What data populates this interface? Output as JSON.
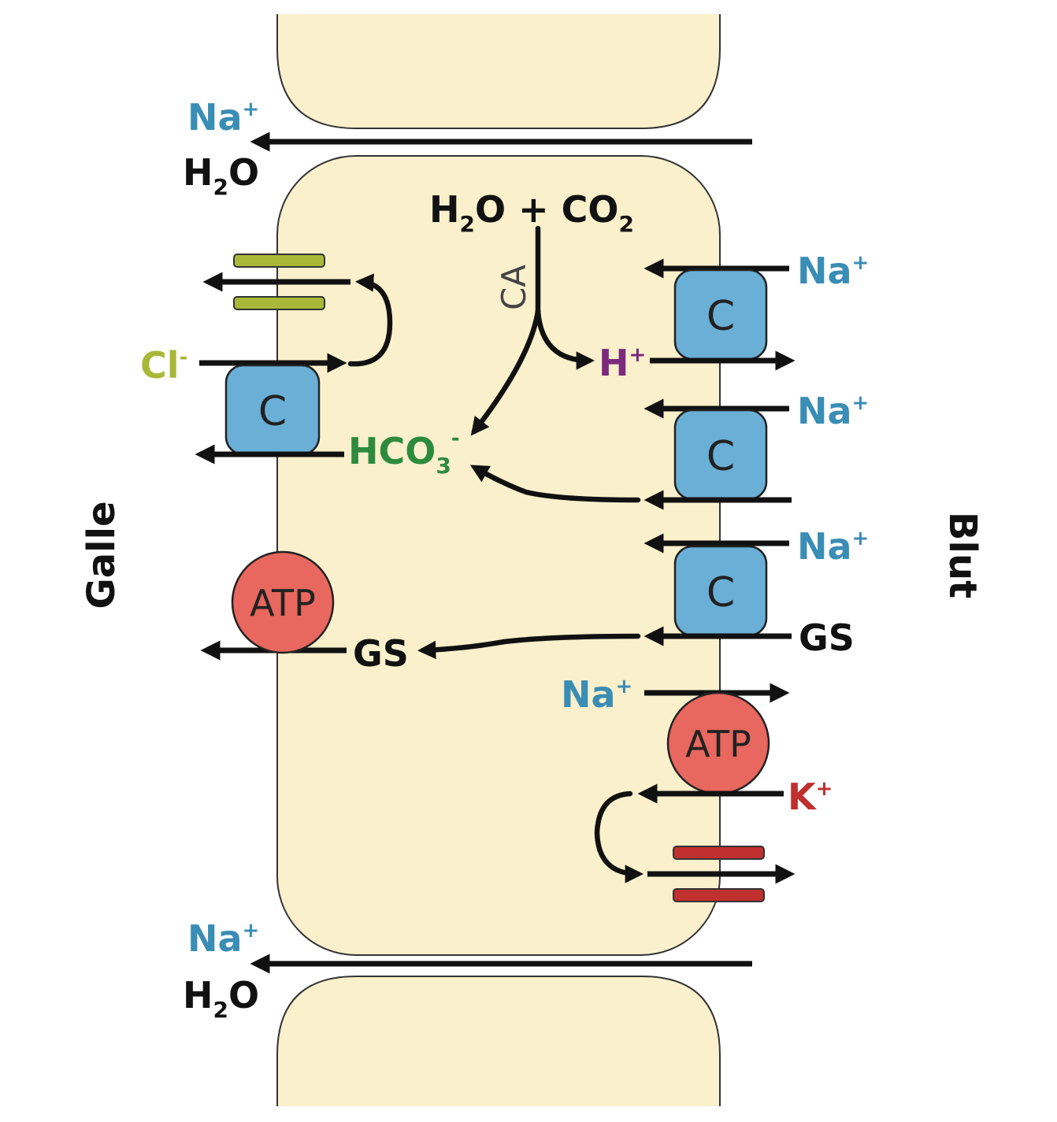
{
  "sides": {
    "left": "Galle",
    "right": "Blut"
  },
  "enzyme": "CA",
  "reaction": {
    "h2o": "H",
    "h2o_sub": "2",
    "h2o_o": "O",
    "plus": " + ",
    "co2": "CO",
    "co2_sub": "2"
  },
  "ions": {
    "na": "Na",
    "na_sup": "+",
    "h": "H",
    "h_sup": "+",
    "k": "K",
    "k_sup": "+",
    "cl": "Cl",
    "cl_sup": "-",
    "hco3": "HCO",
    "hco3_sub": "3",
    "hco3_sup": "-",
    "water": "H",
    "water_sub": "2",
    "water_o": "O",
    "gs": "GS"
  },
  "transporter_label": "C",
  "pump_label": "ATP",
  "colors": {
    "cell_fill": "#FAF0CC",
    "carrier_fill": "#6AAFD6",
    "pump_fill": "#E8675E",
    "na": "#3A8DB5",
    "h": "#7B2A7E",
    "k": "#C0302E",
    "cl": "#A9B838",
    "hco3": "#2E8B3E",
    "cl_channel": "#A9B838",
    "k_channel": "#C0302E"
  }
}
